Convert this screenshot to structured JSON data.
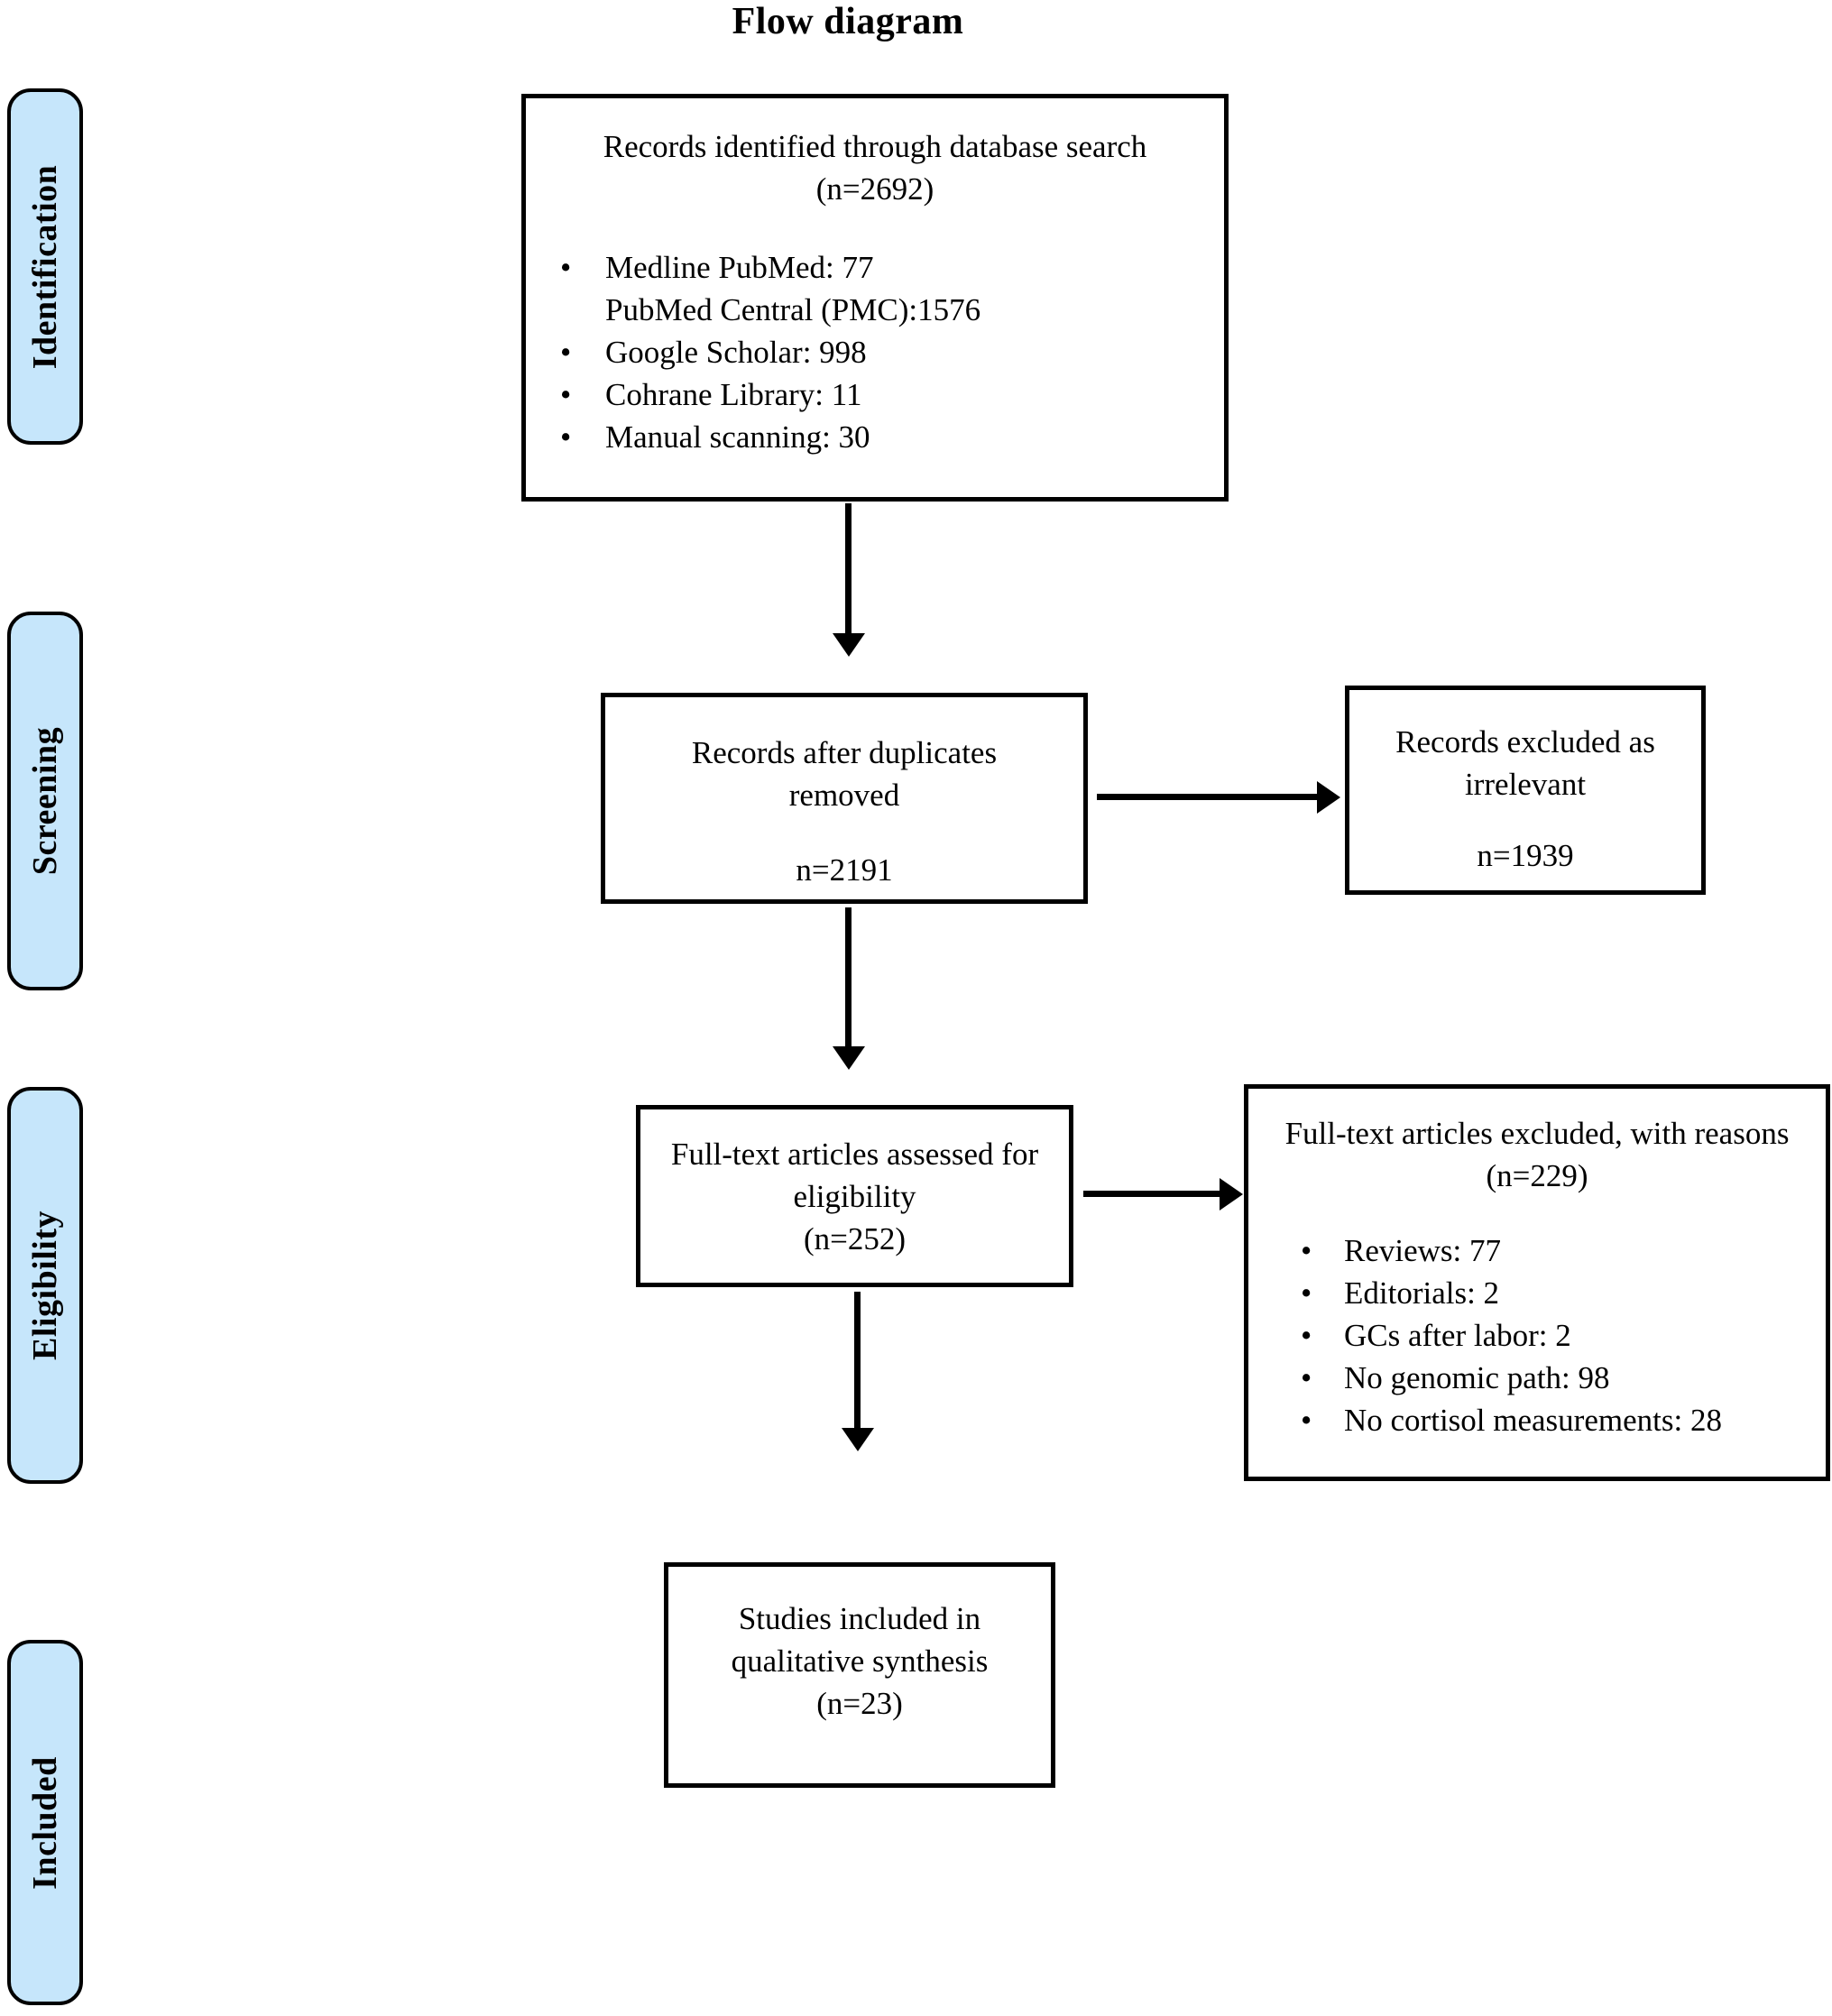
{
  "title": "Flow diagram",
  "colors": {
    "stage_fill": "#c6e6fb",
    "border": "#000000",
    "text": "#000000"
  },
  "stages": [
    {
      "id": "identification",
      "label": "Identification"
    },
    {
      "id": "screening",
      "label": "Screening"
    },
    {
      "id": "eligibility",
      "label": "Eligibility"
    },
    {
      "id": "included",
      "label": "Included"
    }
  ],
  "boxes": {
    "identified": {
      "title": "Records identified through database search",
      "count": "(n=2692)",
      "bullets": [
        "Medline   PubMed: 77",
        "PubMed Central (PMC):1576",
        "Google Scholar:  998",
        "Cohrane Library: 11",
        "Manual scanning: 30"
      ]
    },
    "after_duplicates": {
      "title_line1": "Records after duplicates",
      "title_line2": "removed",
      "count": "n=2191"
    },
    "records_excluded": {
      "title_line1": "Records excluded as",
      "title_line2": "irrelevant",
      "count": "n=1939"
    },
    "fulltext_assessed": {
      "title_line1": "Full-text articles assessed for",
      "title_line2": "eligibility",
      "count": "(n=252)"
    },
    "fulltext_excluded": {
      "title": "Full-text articles excluded, with reasons",
      "count": "(n=229)",
      "reasons": [
        "Reviews: 77",
        "Editorials: 2",
        "GCs after labor: 2",
        "No genomic path: 98",
        "No cortisol measurements: 28"
      ]
    },
    "studies_included": {
      "title_line1": "Studies included in",
      "title_line2": "qualitative synthesis",
      "count": "(n=23)"
    }
  }
}
